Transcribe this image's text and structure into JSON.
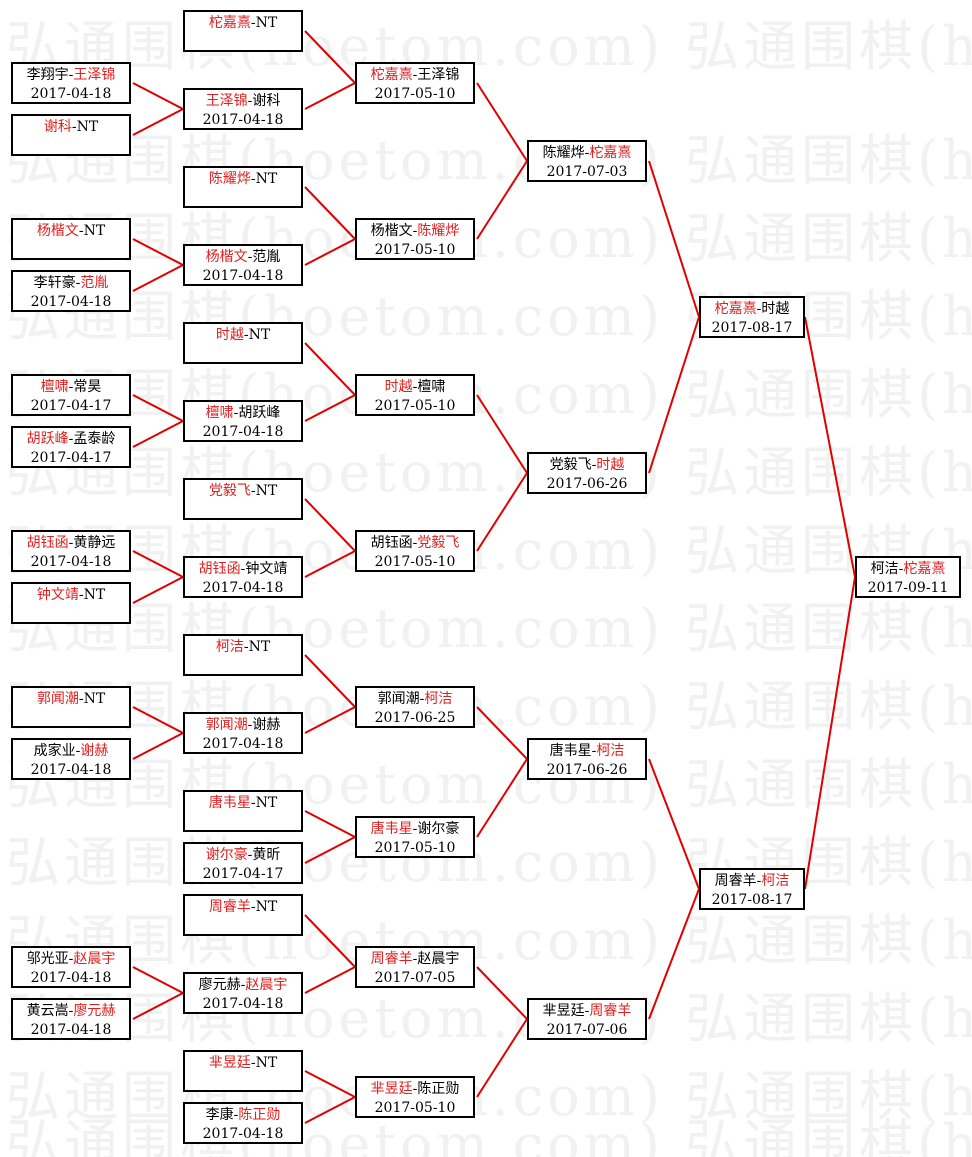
{
  "watermark": "弘通围棋(hoetom.com)",
  "colors": {
    "winner": "#e02020",
    "line": "#e00000",
    "border": "#000000"
  },
  "bracket": {
    "A_L3_01": {
      "p1": "柁嘉熹",
      "p2": "NT",
      "winner": 1,
      "date": ""
    },
    "A_L4_01": {
      "p1": "李翔宇",
      "p2": "王泽锦",
      "winner": 2,
      "date": "2017-04-18"
    },
    "A_L4_02": {
      "p1": "谢科",
      "p2": "NT",
      "winner": 1,
      "date": ""
    },
    "A_L3_02": {
      "p1": "王泽锦",
      "p2": "谢科",
      "winner": 1,
      "date": "2017-04-18"
    },
    "A_L2_01": {
      "p1": "柁嘉熹",
      "p2": "王泽锦",
      "winner": 1,
      "date": "2017-05-10"
    },
    "A_L3_03": {
      "p1": "陈耀烨",
      "p2": "NT",
      "winner": 1,
      "date": ""
    },
    "A_L4_03": {
      "p1": "杨楷文",
      "p2": "NT",
      "winner": 1,
      "date": ""
    },
    "A_L4_04": {
      "p1": "李轩豪",
      "p2": "范胤",
      "winner": 2,
      "date": "2017-04-18"
    },
    "A_L3_04": {
      "p1": "杨楷文",
      "p2": "范胤",
      "winner": 1,
      "date": "2017-04-18"
    },
    "A_L2_02": {
      "p1": "杨楷文",
      "p2": "陈耀烨",
      "winner": 2,
      "date": "2017-05-10"
    },
    "A_L1_01": {
      "p1": "陈耀烨",
      "p2": "柁嘉熹",
      "winner": 2,
      "date": "2017-07-03"
    },
    "A_L3_05": {
      "p1": "时越",
      "p2": "NT",
      "winner": 1,
      "date": ""
    },
    "A_L4_05": {
      "p1": "檀啸",
      "p2": "常昊",
      "winner": 1,
      "date": "2017-04-17"
    },
    "A_L4_06": {
      "p1": "胡跃峰",
      "p2": "孟泰龄",
      "winner": 1,
      "date": "2017-04-17"
    },
    "A_L3_06": {
      "p1": "檀啸",
      "p2": "胡跃峰",
      "winner": 1,
      "date": "2017-04-18"
    },
    "A_L2_03": {
      "p1": "时越",
      "p2": "檀啸",
      "winner": 1,
      "date": "2017-05-10"
    },
    "A_L3_07": {
      "p1": "党毅飞",
      "p2": "NT",
      "winner": 1,
      "date": ""
    },
    "A_L4_07": {
      "p1": "胡钰函",
      "p2": "黄静远",
      "winner": 1,
      "date": "2017-04-18"
    },
    "A_L4_08": {
      "p1": "钟文靖",
      "p2": "NT",
      "winner": 1,
      "date": ""
    },
    "A_L3_08": {
      "p1": "胡钰函",
      "p2": "钟文靖",
      "winner": 1,
      "date": "2017-04-18"
    },
    "A_L2_04": {
      "p1": "胡钰函",
      "p2": "党毅飞",
      "winner": 2,
      "date": "2017-05-10"
    },
    "A_L1_02": {
      "p1": "党毅飞",
      "p2": "时越",
      "winner": 2,
      "date": "2017-06-26"
    },
    "A_L0_01": {
      "p1": "柁嘉熹",
      "p2": "时越",
      "winner": 1,
      "date": "2017-08-17"
    },
    "B_L3_01": {
      "p1": "柯洁",
      "p2": "NT",
      "winner": 1,
      "date": ""
    },
    "B_L4_01": {
      "p1": "郭闻潮",
      "p2": "NT",
      "winner": 1,
      "date": ""
    },
    "B_L4_02": {
      "p1": "成家业",
      "p2": "谢赫",
      "winner": 2,
      "date": "2017-04-18"
    },
    "B_L3_02": {
      "p1": "郭闻潮",
      "p2": "谢赫",
      "winner": 1,
      "date": "2017-04-18"
    },
    "B_L2_01": {
      "p1": "郭闻潮",
      "p2": "柯洁",
      "winner": 2,
      "date": "2017-06-25"
    },
    "B_L3_03": {
      "p1": "唐韦星",
      "p2": "NT",
      "winner": 1,
      "date": ""
    },
    "B_L3_04": {
      "p1": "谢尔豪",
      "p2": "黄昕",
      "winner": 1,
      "date": "2017-04-17"
    },
    "B_L2_02": {
      "p1": "唐韦星",
      "p2": "谢尔豪",
      "winner": 1,
      "date": "2017-05-10"
    },
    "B_L1_01": {
      "p1": "唐韦星",
      "p2": "柯洁",
      "winner": 2,
      "date": "2017-06-26"
    },
    "B_L3_05": {
      "p1": "周睿羊",
      "p2": "NT",
      "winner": 1,
      "date": ""
    },
    "B_L4_05": {
      "p1": "邬光亚",
      "p2": "赵晨宇",
      "winner": 2,
      "date": "2017-04-18"
    },
    "B_L4_06": {
      "p1": "黄云嵩",
      "p2": "廖元赫",
      "winner": 2,
      "date": "2017-04-18"
    },
    "B_L3_06": {
      "p1": "廖元赫",
      "p2": "赵晨宇",
      "winner": 2,
      "date": "2017-04-18"
    },
    "B_L2_03": {
      "p1": "周睿羊",
      "p2": "赵晨宇",
      "winner": 1,
      "date": "2017-07-05"
    },
    "B_L3_07": {
      "p1": "芈昱廷",
      "p2": "NT",
      "winner": 1,
      "date": ""
    },
    "B_L3_08": {
      "p1": "李康",
      "p2": "陈正勋",
      "winner": 2,
      "date": "2017-04-18"
    },
    "B_L2_04": {
      "p1": "芈昱廷",
      "p2": "陈正勋",
      "winner": 1,
      "date": "2017-05-10"
    },
    "B_L1_02": {
      "p1": "芈昱廷",
      "p2": "周睿羊",
      "winner": 2,
      "date": "2017-07-06"
    },
    "B_L0_01": {
      "p1": "周睿羊",
      "p2": "柯洁",
      "winner": 2,
      "date": "2017-08-17"
    },
    "FINAL": {
      "p1": "柯洁",
      "p2": "柁嘉熹",
      "winner": 2,
      "date": "2017-09-11"
    }
  }
}
